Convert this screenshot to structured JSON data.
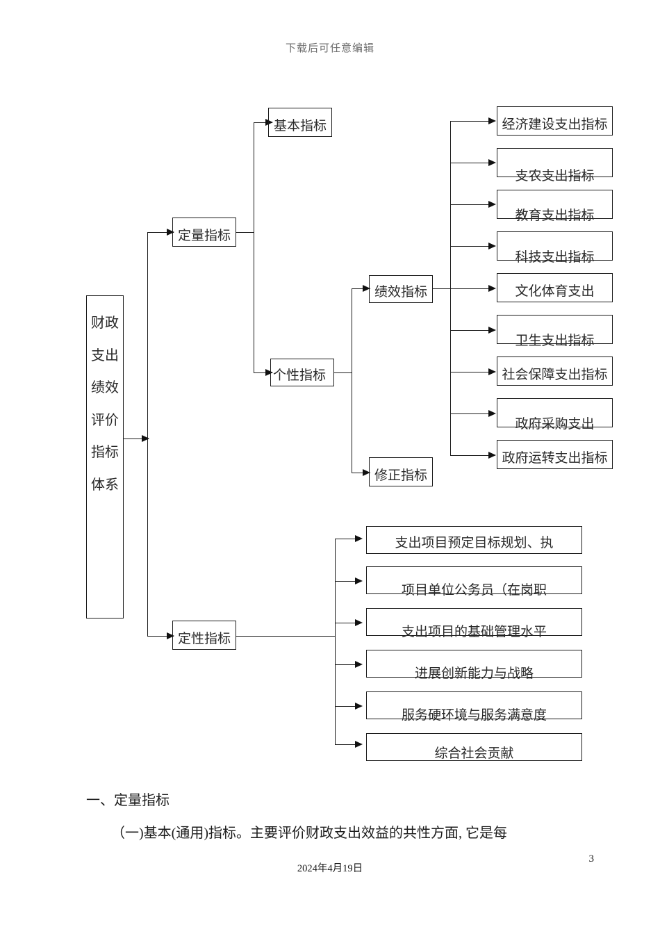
{
  "header": {
    "watermark": "下载后可任意编辑"
  },
  "footer": {
    "date": "2024年4月19日",
    "page_number": "3"
  },
  "diagram": {
    "root": {
      "label": "财政支出绩效评价指标体系"
    },
    "level2": [
      {
        "label": "定量指标"
      },
      {
        "label": "定性指标"
      }
    ],
    "level3": [
      {
        "label": "基本指标"
      },
      {
        "label": "个性指标"
      }
    ],
    "level4": [
      {
        "label": "绩效指标"
      },
      {
        "label": "修正指标"
      }
    ],
    "performance_items": [
      {
        "label": "经济建设支出指标"
      },
      {
        "label": "支农支出指标"
      },
      {
        "label": "教育支出指标"
      },
      {
        "label": "科技支出指标"
      },
      {
        "label": "文化体育支出"
      },
      {
        "label": "卫生支出指标"
      },
      {
        "label": "社会保障支出指标"
      },
      {
        "label": "政府采购支出"
      },
      {
        "label": "政府运转支出指标"
      }
    ],
    "qualitative_items": [
      {
        "label": "支出项目预定目标规划、执"
      },
      {
        "label": "项目单位公务员（在岗职"
      },
      {
        "label": "支出项目的基础管理水平"
      },
      {
        "label": "进展创新能力与战略"
      },
      {
        "label": "服务硬环境与服务满意度"
      },
      {
        "label": "综合社会贡献"
      }
    ]
  },
  "body": {
    "heading": "一、定量指标",
    "paragraph": "（一)基本(通用)指标。主要评价财政支出效益的共性方面, 它是每"
  }
}
